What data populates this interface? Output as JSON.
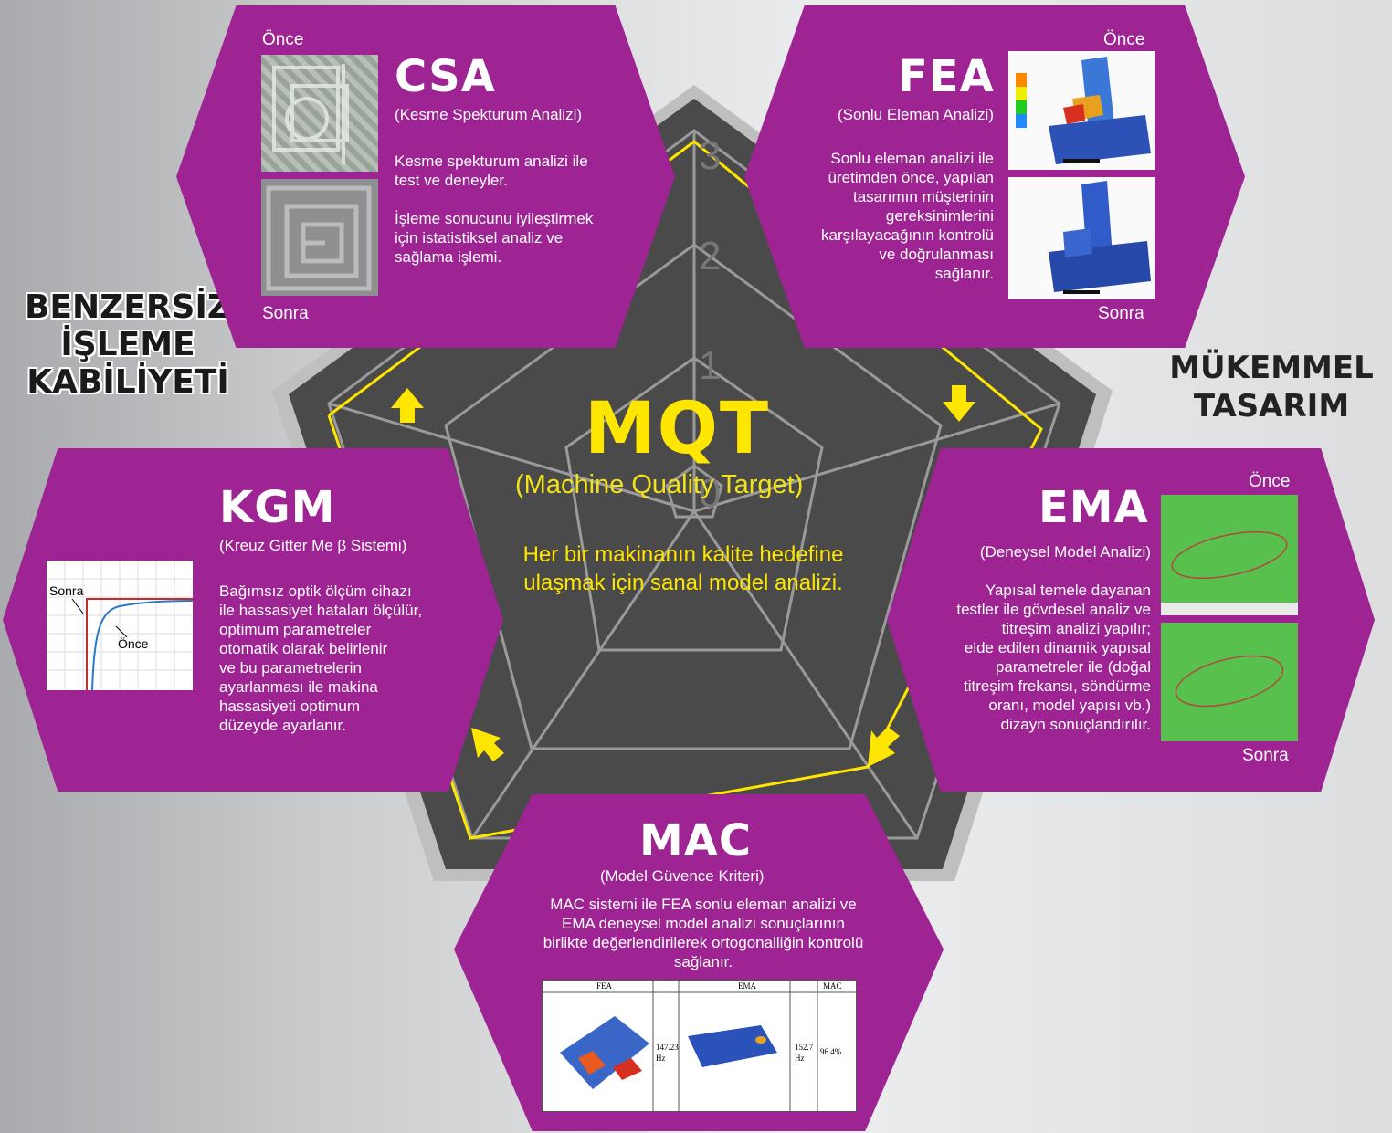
{
  "colors": {
    "hexagon_fill": "#9e2393",
    "pentagon_fill": "#4a4a4a",
    "accent_yellow": "#ffe600",
    "web_line": "#9a9a9a"
  },
  "left_heading": "BENZERSİZ\nİŞLEME\nKABİLİYETİ",
  "right_heading": "MÜKEMMEL\nTASARIM",
  "center": {
    "title": "MQT",
    "subtitle": "(Machine Quality Target)",
    "description": "Her bir makinanın kalite hedefine\nulaşmak için sanal model analizi.",
    "scale_labels": [
      "3",
      "2",
      "1",
      "0"
    ]
  },
  "csa": {
    "abbr": "CSA",
    "subtitle": "(Kesme Spekturum Analizi)",
    "body": "Kesme spekturum analizi ile\ntest ve deneyler.\n\nİşleme sonucunu iyileştirmek\niçin istatistiksel analiz ve\nsağlama işlemi.",
    "before_label": "Önce",
    "after_label": "Sonra"
  },
  "fea": {
    "abbr": "FEA",
    "subtitle": "(Sonlu Eleman Analizi)",
    "body": "Sonlu eleman analizi ile\nüretimden önce, yapılan\ntasarımın müşterinin\ngereksinimlerini\nkarşılayacağının kontrolü\nve doğrulanması\nsağlanır.",
    "before_label": "Önce",
    "after_label": "Sonra"
  },
  "kgm": {
    "abbr": "KGM",
    "subtitle": "(Kreuz Gitter Me β Sistemi)",
    "body": "Bağımsız optik ölçüm cihazı\nile hassasiyet hataları ölçülür,\noptimum parametreler\notomatik olarak belirlenir\nve bu parametrelerin\nayarlanması ile makina\nhassasiyeti optimum\ndüzeyde ayarlanır.",
    "graph_after_label": "Sonra",
    "graph_before_label": "Önce"
  },
  "ema": {
    "abbr": "EMA",
    "subtitle": "(Deneysel Model Analizi)",
    "body": "Yapısal temele dayanan\ntestler ile gövdesel analiz ve\ntitreşim analizi yapılır;\nelde edilen dinamik yapısal\nparametreler ile (doğal\ntitreşim frekansı, söndürme\noranı, model yapısı vb.)\ndizayn sonuçlandırılır.",
    "before_label": "Önce",
    "after_label": "Sonra"
  },
  "mac": {
    "abbr": "MAC",
    "subtitle": "(Model Güvence Kriteri)",
    "body": "MAC sistemi ile FEA sonlu eleman analizi ve\nEMA deneysel model analizi sonuçlarının\nbirlikte değerlendirilerek ortogonalliğin kontrolü\nsağlanır.",
    "table": {
      "headers": [
        "FEA",
        "EMA",
        "MAC"
      ],
      "fea_value": "147.23\nHz",
      "ema_value": "152.7\nHz",
      "mac_value": "96.4%"
    }
  }
}
